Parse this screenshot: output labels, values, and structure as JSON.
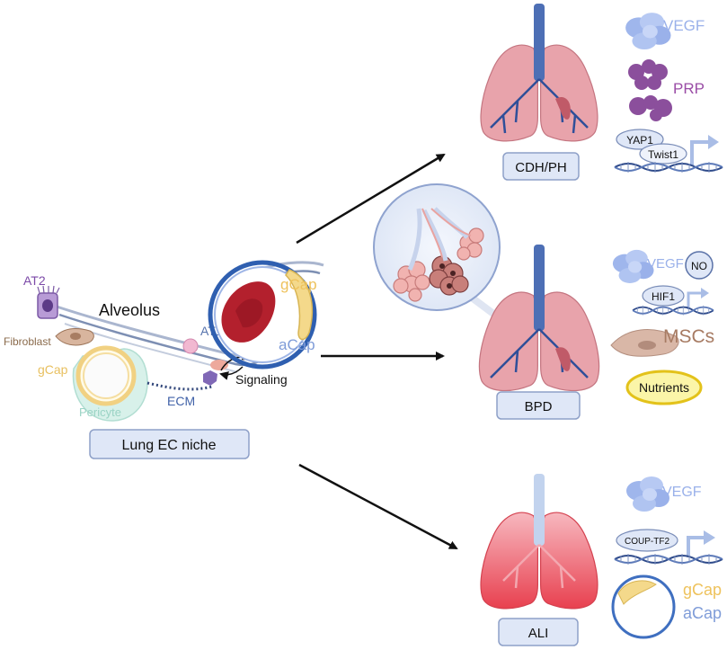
{
  "niche": {
    "alveolus": "Alveolus",
    "at2": "AT2",
    "at1": "AT1",
    "fibroblast": "Fibroblast",
    "gcap_left": "gCap",
    "pericyte": "Pericyte",
    "ecm": "ECM",
    "signaling": "Signaling",
    "gcap_right": "gCap",
    "acap": "aCap",
    "box_label": "Lung EC niche"
  },
  "conditions": [
    {
      "box_label": "CDH/PH",
      "factors": {
        "vegf": "VEGF",
        "prp": "PRP",
        "yap1": "YAP1",
        "twist1": "Twist1"
      }
    },
    {
      "box_label": "BPD",
      "factors": {
        "vegf": "VEGF",
        "no": "NO",
        "hif1": "HIF1",
        "mscs": "MSCs",
        "nutrients": "Nutrients"
      }
    },
    {
      "box_label": "ALI",
      "factors": {
        "vegf": "VEGF",
        "coup": "COUP-TF2",
        "gcap": "gCap",
        "acap": "aCap"
      }
    }
  ],
  "colors": {
    "box_fill": "#dfe7f7",
    "box_stroke": "#8ea0c8",
    "lung_normal": "#e8a3ab",
    "lung_injury": "#e8505e",
    "trachea": "#5a7bbf",
    "vegf": "#a9bff0",
    "prp": "#8b4f9c",
    "gcap": "#f3d27a",
    "acap": "#7f9cd8",
    "nutrients_fill": "#fbf5a8",
    "nutrients_stroke": "#e3c21a",
    "msc": "#d9b7a7",
    "rbc": "#b3202d"
  }
}
